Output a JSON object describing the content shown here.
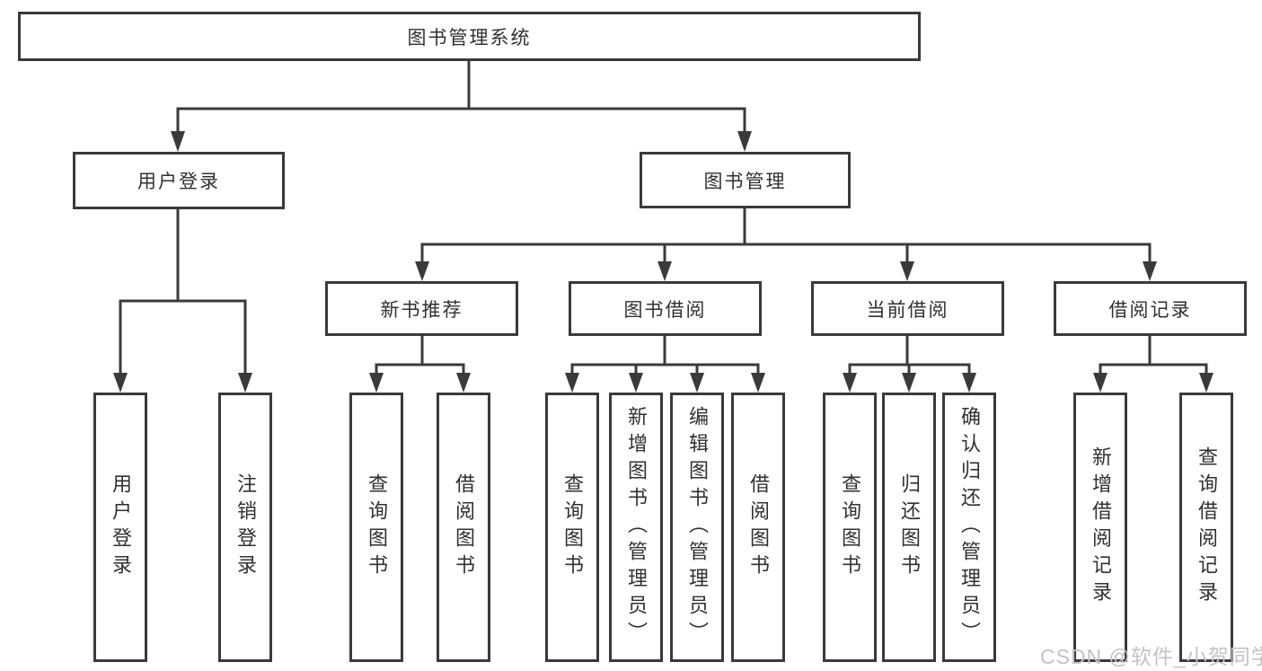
{
  "diagram": {
    "title": "图书管理系统",
    "root": {
      "label": "图书管理系统",
      "children": [
        {
          "label": "用户登录",
          "children": [
            {
              "label": "用户登录"
            },
            {
              "label": "注销登录"
            }
          ]
        },
        {
          "label": "图书管理",
          "children": [
            {
              "label": "新书推荐",
              "children": [
                {
                  "label": "查询图书"
                },
                {
                  "label": "借阅图书"
                }
              ]
            },
            {
              "label": "图书借阅",
              "children": [
                {
                  "label": "查询图书"
                },
                {
                  "label": "新增图书（管理员）"
                },
                {
                  "label": "编辑图书（管理员）"
                },
                {
                  "label": "借阅图书"
                }
              ]
            },
            {
              "label": "当前借阅",
              "children": [
                {
                  "label": "查询图书"
                },
                {
                  "label": "归还图书"
                },
                {
                  "label": "确认归还（管理员）"
                }
              ]
            },
            {
              "label": "借阅记录",
              "children": [
                {
                  "label": "新增借阅记录"
                },
                {
                  "label": "查询借阅记录"
                }
              ]
            }
          ]
        }
      ]
    }
  },
  "watermark": {
    "text": "CSDN @软件_小贺同学"
  },
  "colors": {
    "line": "#3a3a3a",
    "box_border": "#3a3a3a",
    "text": "#303030",
    "watermark": "#c3c3c3",
    "background": "#ffffff"
  }
}
